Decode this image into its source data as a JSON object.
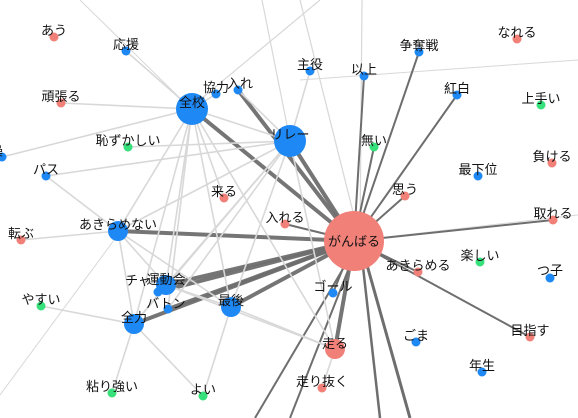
{
  "colors": {
    "blue": "#1e88f5",
    "red": "#f08078",
    "green": "#36e07a",
    "edge_light": "#d8d8d8",
    "edge_dark": "#6e6e6e",
    "edge_mid": "#c8c8c8"
  },
  "nodes": [
    {
      "id": "ganbaru",
      "label": "がんばる",
      "color": "red",
      "size": "xl"
    },
    {
      "id": "zenko",
      "label": "全校",
      "color": "blue",
      "size": "lg"
    },
    {
      "id": "relay",
      "label": "リレー",
      "color": "blue",
      "size": "lg"
    },
    {
      "id": "akiramenai",
      "label": "あきらめない",
      "color": "blue",
      "size": "md"
    },
    {
      "id": "undokai",
      "label": "運動会",
      "color": "blue",
      "size": "md"
    },
    {
      "id": "chance",
      "label": "チャ",
      "color": "blue",
      "size": "sm"
    },
    {
      "id": "baton",
      "label": "バトン",
      "color": "blue",
      "size": "sm"
    },
    {
      "id": "saigo",
      "label": "最後",
      "color": "blue",
      "size": "md"
    },
    {
      "id": "zenryoku",
      "label": "全力",
      "color": "blue",
      "size": "md"
    },
    {
      "id": "hashiru",
      "label": "走る",
      "color": "red",
      "size": "md"
    },
    {
      "id": "goal",
      "label": "ゴール",
      "color": "blue",
      "size": "sm"
    },
    {
      "id": "kyoryoku",
      "label": "協力",
      "color": "blue",
      "size": "sm"
    },
    {
      "id": "ire",
      "label": "入れ",
      "color": "blue",
      "size": "sm"
    },
    {
      "id": "au",
      "label": "あう",
      "color": "red",
      "size": "sm"
    },
    {
      "id": "oen",
      "label": "応援",
      "color": "blue",
      "size": "sm"
    },
    {
      "id": "shuyaku",
      "label": "主役",
      "color": "blue",
      "size": "sm"
    },
    {
      "id": "ijo",
      "label": "以上",
      "color": "blue",
      "size": "sm"
    },
    {
      "id": "soudatsusen",
      "label": "争奪戦",
      "color": "blue",
      "size": "sm"
    },
    {
      "id": "nareru",
      "label": "なれる",
      "color": "red",
      "size": "sm"
    },
    {
      "id": "ganbareru",
      "label": "頑張る",
      "color": "red",
      "size": "sm"
    },
    {
      "id": "kouhaku",
      "label": "紅白",
      "color": "blue",
      "size": "sm"
    },
    {
      "id": "jouzu",
      "label": "上手い",
      "color": "green",
      "size": "sm"
    },
    {
      "id": "hazukashii",
      "label": "恥ずかしい",
      "color": "green",
      "size": "sm"
    },
    {
      "id": "nai",
      "label": "無い",
      "color": "green",
      "size": "sm"
    },
    {
      "id": "taiso",
      "label": "体操",
      "color": "blue",
      "size": "sm"
    },
    {
      "id": "saikai",
      "label": "最下位",
      "color": "blue",
      "size": "sm"
    },
    {
      "id": "makeru",
      "label": "負ける",
      "color": "red",
      "size": "sm"
    },
    {
      "id": "pass",
      "label": "パス",
      "color": "blue",
      "size": "sm"
    },
    {
      "id": "omou",
      "label": "思う",
      "color": "red",
      "size": "sm"
    },
    {
      "id": "kuru",
      "label": "来る",
      "color": "red",
      "size": "sm"
    },
    {
      "id": "toreru",
      "label": "取れる",
      "color": "red",
      "size": "sm"
    },
    {
      "id": "ireru",
      "label": "入れる",
      "color": "red",
      "size": "sm"
    },
    {
      "id": "korobu",
      "label": "転ぶ",
      "color": "red",
      "size": "sm"
    },
    {
      "id": "tanoshii",
      "label": "楽しい",
      "color": "green",
      "size": "sm"
    },
    {
      "id": "akirameru",
      "label": "あきらめる",
      "color": "red",
      "size": "sm"
    },
    {
      "id": "tsuko",
      "label": "つ子",
      "color": "blue",
      "size": "sm"
    },
    {
      "id": "yasui",
      "label": "やすい",
      "color": "green",
      "size": "sm"
    },
    {
      "id": "mezasu",
      "label": "目指す",
      "color": "red",
      "size": "sm"
    },
    {
      "id": "goma",
      "label": "ごま",
      "color": "blue",
      "size": "sm"
    },
    {
      "id": "nensei",
      "label": "年生",
      "color": "blue",
      "size": "sm"
    },
    {
      "id": "hashirinuku",
      "label": "走り抜く",
      "color": "red",
      "size": "sm"
    },
    {
      "id": "nebarizuyoi",
      "label": "粘り強い",
      "color": "green",
      "size": "sm"
    },
    {
      "id": "yoi",
      "label": "よい",
      "color": "green",
      "size": "sm"
    }
  ],
  "edges": [
    {
      "from": "ganbaru",
      "to": "zenko",
      "weight": "heavy"
    },
    {
      "from": "ganbaru",
      "to": "relay",
      "weight": "heavy"
    },
    {
      "from": "ganbaru",
      "to": "akiramenai",
      "weight": "heavy"
    },
    {
      "from": "ganbaru",
      "to": "undokai",
      "weight": "heavy"
    },
    {
      "from": "ganbaru",
      "to": "chance",
      "weight": "heavy"
    },
    {
      "from": "ganbaru",
      "to": "baton",
      "weight": "heavy"
    },
    {
      "from": "ganbaru",
      "to": "saigo",
      "weight": "heavy"
    },
    {
      "from": "ganbaru",
      "to": "zenryoku",
      "weight": "heavy"
    },
    {
      "from": "ganbaru",
      "to": "hashiru",
      "weight": "heavy"
    },
    {
      "from": "ganbaru",
      "to": "ire",
      "weight": "heavy"
    },
    {
      "from": "ganbaru",
      "to": "ijo",
      "weight": "medium"
    },
    {
      "from": "ganbaru",
      "to": "soudatsusen",
      "weight": "medium"
    },
    {
      "from": "ganbaru",
      "to": "kouhaku",
      "weight": "medium"
    },
    {
      "from": "ganbaru",
      "to": "toreru",
      "weight": "medium"
    },
    {
      "from": "ganbaru",
      "to": "akirameru",
      "weight": "medium"
    },
    {
      "from": "ganbaru",
      "to": "mezasu",
      "weight": "medium"
    },
    {
      "from": "ganbaru",
      "to": "goal",
      "weight": "medium"
    },
    {
      "from": "ganbaru",
      "to": "ireru",
      "weight": "medium"
    },
    {
      "from": "ganbaru",
      "to": "omou",
      "weight": "medium"
    },
    {
      "from": "ganbaru",
      "to": "nai",
      "weight": "medium"
    },
    {
      "from": "zenko",
      "to": "relay",
      "weight": "light"
    },
    {
      "from": "zenko",
      "to": "akiramenai",
      "weight": "light"
    },
    {
      "from": "zenko",
      "to": "undokai",
      "weight": "light"
    },
    {
      "from": "zenko",
      "to": "saigo",
      "weight": "light"
    },
    {
      "from": "zenko",
      "to": "zenryoku",
      "weight": "light"
    },
    {
      "from": "zenko",
      "to": "kuru",
      "weight": "light"
    },
    {
      "from": "zenko",
      "to": "kyoryoku",
      "weight": "light"
    },
    {
      "from": "zenko",
      "to": "hashiru",
      "weight": "light"
    },
    {
      "from": "zenko",
      "to": "baton",
      "weight": "light"
    },
    {
      "from": "relay",
      "to": "akiramenai",
      "weight": "light"
    },
    {
      "from": "relay",
      "to": "undokai",
      "weight": "light"
    },
    {
      "from": "relay",
      "to": "saigo",
      "weight": "light"
    },
    {
      "from": "relay",
      "to": "zenryoku",
      "weight": "light"
    },
    {
      "from": "relay",
      "to": "baton",
      "weight": "light"
    },
    {
      "from": "relay",
      "to": "hashiru",
      "weight": "light"
    },
    {
      "from": "relay",
      "to": "ire",
      "weight": "light"
    },
    {
      "from": "relay",
      "to": "hazukashii",
      "weight": "light"
    },
    {
      "from": "akiramenai",
      "to": "undokai",
      "weight": "light"
    },
    {
      "from": "akiramenai",
      "to": "zenryoku",
      "weight": "light"
    },
    {
      "from": "akiramenai",
      "to": "saigo",
      "weight": "light"
    },
    {
      "from": "akiramenai",
      "to": "pass",
      "weight": "light"
    },
    {
      "from": "akiramenai",
      "to": "korobu",
      "weight": "light"
    },
    {
      "from": "undokai",
      "to": "saigo",
      "weight": "light"
    },
    {
      "from": "undokai",
      "to": "zenryoku",
      "weight": "light"
    },
    {
      "from": "undokai",
      "to": "hashiru",
      "weight": "light"
    },
    {
      "from": "zenryoku",
      "to": "nebarizuyoi",
      "weight": "light"
    },
    {
      "from": "zenryoku",
      "to": "yasui",
      "weight": "light"
    },
    {
      "from": "zenryoku",
      "to": "yoi",
      "weight": "light"
    },
    {
      "from": "saigo",
      "to": "hashiru",
      "weight": "light"
    },
    {
      "from": "saigo",
      "to": "yoi",
      "weight": "light"
    },
    {
      "from": "hashiru",
      "to": "hashirinuku",
      "weight": "light"
    },
    {
      "from": "pass",
      "to": "relay",
      "weight": "light"
    },
    {
      "from": "taiso",
      "to": "zenko",
      "weight": "light"
    },
    {
      "from": "shuyaku",
      "to": "relay",
      "weight": "light"
    },
    {
      "from": "oen",
      "to": "zenko",
      "weight": "light"
    },
    {
      "from": "ganbareru",
      "to": "zenko",
      "weight": "light"
    }
  ]
}
